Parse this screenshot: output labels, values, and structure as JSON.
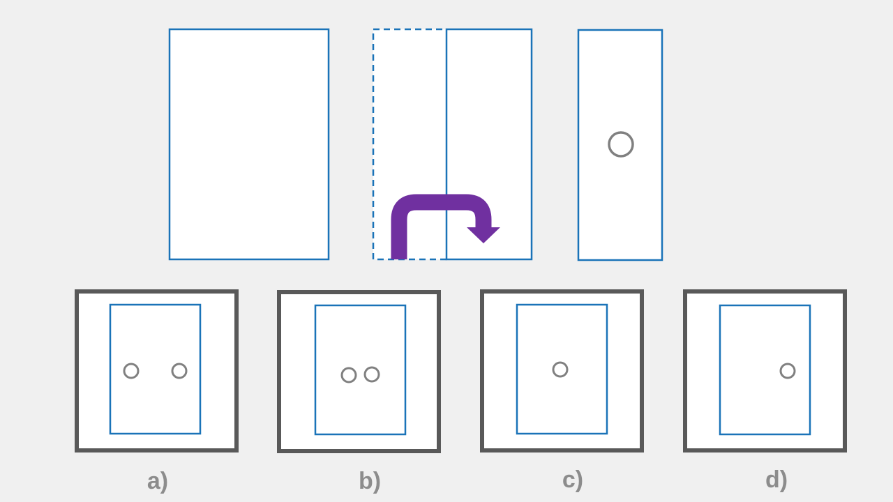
{
  "colors": {
    "background": "#f0f0f0",
    "paper_stroke": "#1a73b8",
    "paper_fill": "#ffffff",
    "arrow": "#7030a0",
    "hole": "#808080",
    "option_frame": "#595959",
    "label": "#8c8c8c"
  },
  "steps": [
    {
      "name": "unfolded-paper"
    },
    {
      "name": "folded-paper",
      "icons": [
        "fold-arrow-icon"
      ]
    },
    {
      "name": "punched-paper",
      "holes": 1
    }
  ],
  "options": [
    {
      "label": "a)",
      "holes": 2
    },
    {
      "label": "b)",
      "holes": 2
    },
    {
      "label": "c)",
      "holes": 1
    },
    {
      "label": "d)",
      "holes": 1
    }
  ]
}
